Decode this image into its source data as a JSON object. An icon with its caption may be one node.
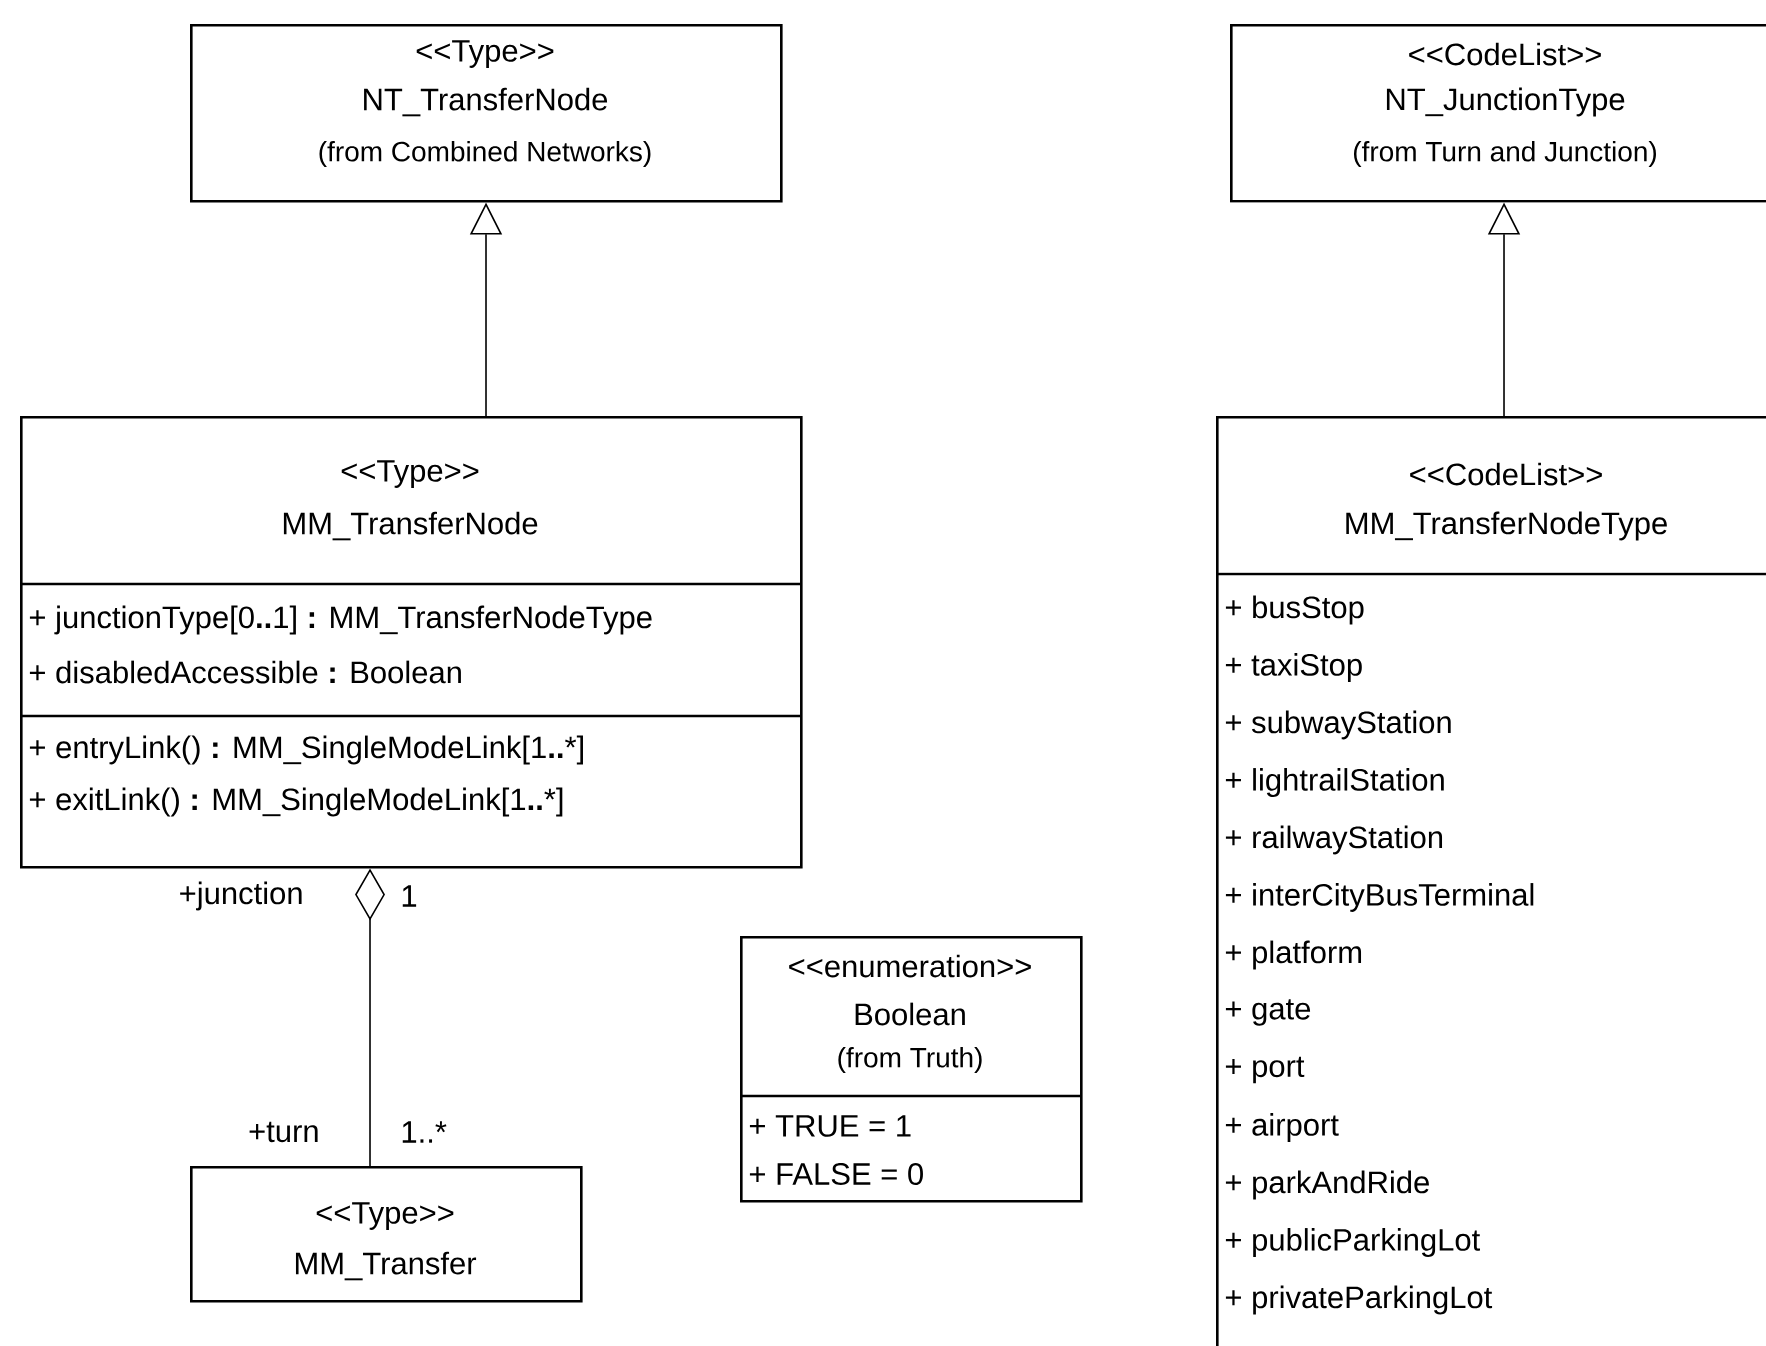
{
  "diagram": {
    "nodes": [
      {
        "text": [
          "<<Type>>",
          "NT_TransferNode",
          "(from Combined Networks)"
        ]
      },
      {
        "text": [
          "<<CodeList>>",
          "NT_JunctionType",
          "(from Turn and Junction)"
        ]
      },
      {
        "text": [
          "<<Type>>",
          "MM_TransferNode",
          "+ junctionType[0**..**1] **:** MM_TransferNodeType",
          "+ disabledAccessible **:** Boolean",
          "+ entryLink() **:** MM_SingleModeLink[1**..***]",
          "+ exitLink() **:** MM_SingleModeLink[1**..***]"
        ]
      },
      {
        "text": [
          "<<CodeList>>",
          "MM_TransferNodeType",
          "+ busStop",
          "+ taxiStop",
          "+ subwayStation",
          "+ lightrailStation",
          "+ railwayStation",
          "+ interCityBusTerminal",
          "+ platform",
          "+ gate",
          "+ port",
          "+ airport",
          "+ parkAndRide",
          "+ publicParkingLot",
          "+ privateParkingLot"
        ]
      },
      {
        "text": [
          "<<enumeration>>",
          "Boolean",
          "(from Truth)",
          "+ TRUE = 1",
          "+ FALSE = 0"
        ]
      },
      {
        "text": [
          "<<Type>>",
          "MM_Transfer"
        ]
      }
    ],
    "edges": [
      {
        "from": 2,
        "to": 0,
        "arrow": "to"
      },
      {
        "from": 3,
        "to": 1,
        "arrow": "to"
      },
      {
        "from": 5,
        "to": 2,
        "arrow": "other"
      }
    ],
    "labels": [
      "+junction",
      "1",
      "+turn",
      "1..*"
    ]
  }
}
